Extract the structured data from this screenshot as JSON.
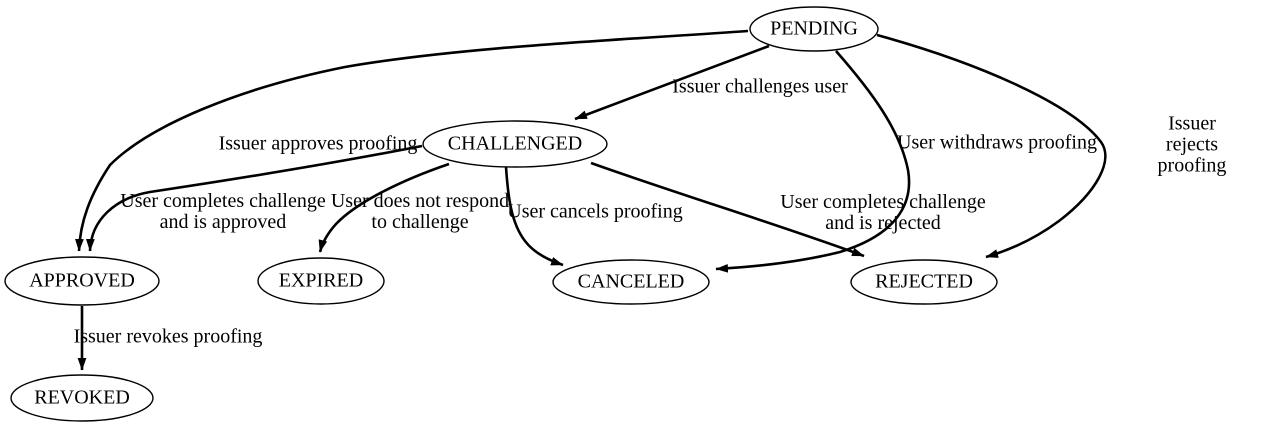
{
  "diagram": {
    "kind": "state-diagram",
    "background_color": "#ffffff",
    "stroke_color": "#000000",
    "text_color": "#000000",
    "nodes": [
      {
        "id": "pending",
        "label": "PENDING"
      },
      {
        "id": "challenged",
        "label": "CHALLENGED"
      },
      {
        "id": "approved",
        "label": "APPROVED"
      },
      {
        "id": "expired",
        "label": "EXPIRED"
      },
      {
        "id": "canceled",
        "label": "CANCELED"
      },
      {
        "id": "rejected",
        "label": "REJECTED"
      },
      {
        "id": "revoked",
        "label": "REVOKED"
      }
    ],
    "edges": [
      {
        "from": "PENDING",
        "to": "CHALLENGED",
        "label": "Issuer challenges user"
      },
      {
        "from": "PENDING",
        "to": "APPROVED",
        "label": "Issuer approves proofing"
      },
      {
        "from": "PENDING",
        "to": "CANCELED",
        "label": "User withdraws proofing"
      },
      {
        "from": "PENDING",
        "to": "REJECTED",
        "label": "Issuer rejects proofing"
      },
      {
        "from": "CHALLENGED",
        "to": "APPROVED",
        "label": "User completes challenge\nand is approved"
      },
      {
        "from": "CHALLENGED",
        "to": "EXPIRED",
        "label": "User does not respond\nto challenge"
      },
      {
        "from": "CHALLENGED",
        "to": "CANCELED",
        "label": "User cancels proofing"
      },
      {
        "from": "CHALLENGED",
        "to": "REJECTED",
        "label": "User completes challenge\nand is rejected"
      },
      {
        "from": "APPROVED",
        "to": "REVOKED",
        "label": "Issuer revokes proofing"
      }
    ]
  }
}
